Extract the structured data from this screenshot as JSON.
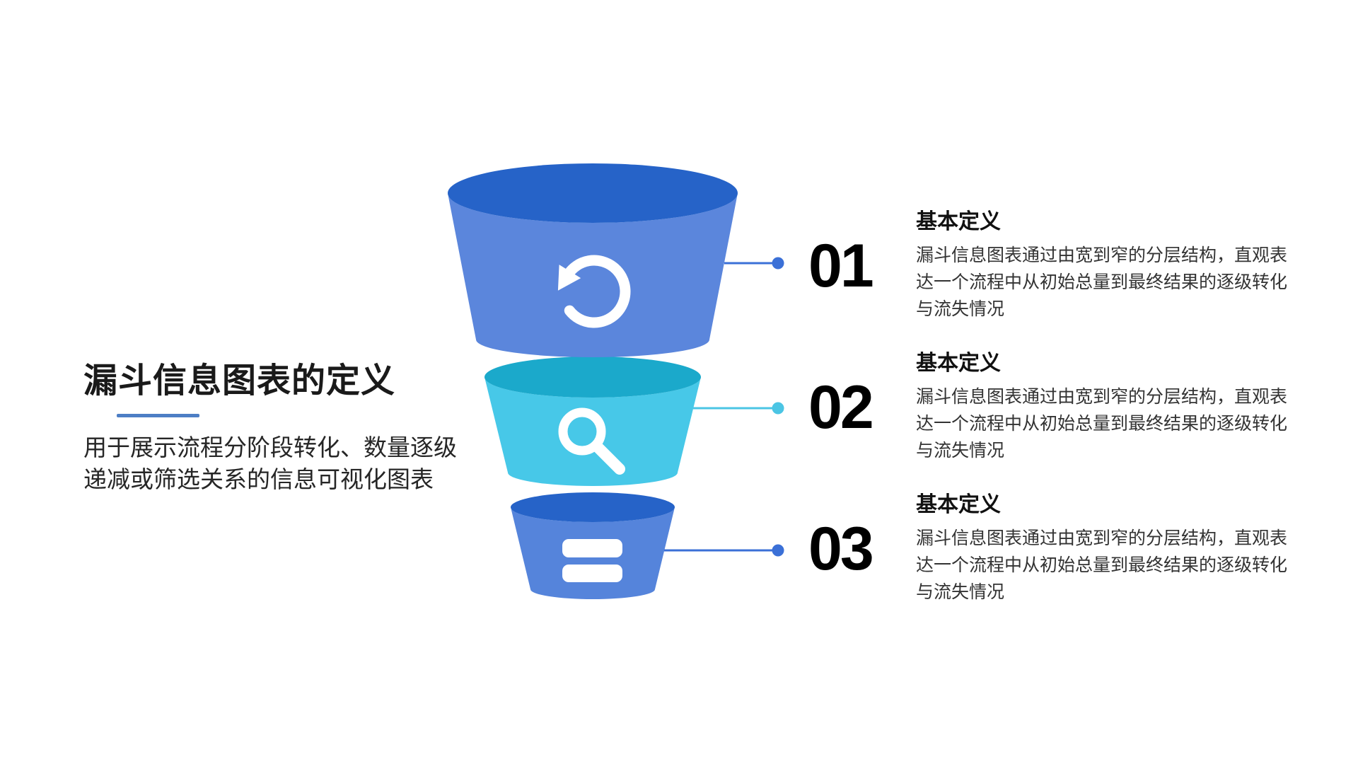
{
  "slide": {
    "background": "#ffffff"
  },
  "left_panel": {
    "title": "漏斗信息图表的定义",
    "description_lines": [
      "用于展示流程分阶段转化、数量逐级",
      "递减或筛选关系的信息可视化图表"
    ]
  },
  "funnel": {
    "segments": [
      {
        "name": "funnel-stage-1",
        "icon": "refresh-icon"
      },
      {
        "name": "funnel-stage-2",
        "icon": "search-icon"
      },
      {
        "name": "funnel-stage-3",
        "icon": "equals-icon"
      }
    ]
  },
  "items": [
    {
      "number": "01",
      "heading": "基本定义",
      "body": "漏斗信息图表通过由宽到窄的分层结构，直观表达一个流程中从初始总量到最终结果的逐级转化与流失情况"
    },
    {
      "number": "02",
      "heading": "基本定义",
      "body": "漏斗信息图表通过由宽到窄的分层结构，直观表达一个流程中从初始总量到最终结果的逐级转化与流失情况"
    },
    {
      "number": "03",
      "heading": "基本定义",
      "body": "漏斗信息图表通过由宽到窄的分层结构，直观表达一个流程中从初始总量到最终结果的逐级转化与流失情况"
    }
  ],
  "colors": {
    "stage1_body": "#5B86DC",
    "stage1_top": "#2663C8",
    "stage2_body": "#47C8E8",
    "stage2_top": "#1BA9CB",
    "stage3_body": "#5584DB",
    "stage3_top": "#2663C8",
    "connector_blue": "#3B70D7",
    "connector_cyan": "#4BC5E4",
    "divider_blue": "#4D7EC5",
    "icon_white": "#FFFFFF"
  }
}
